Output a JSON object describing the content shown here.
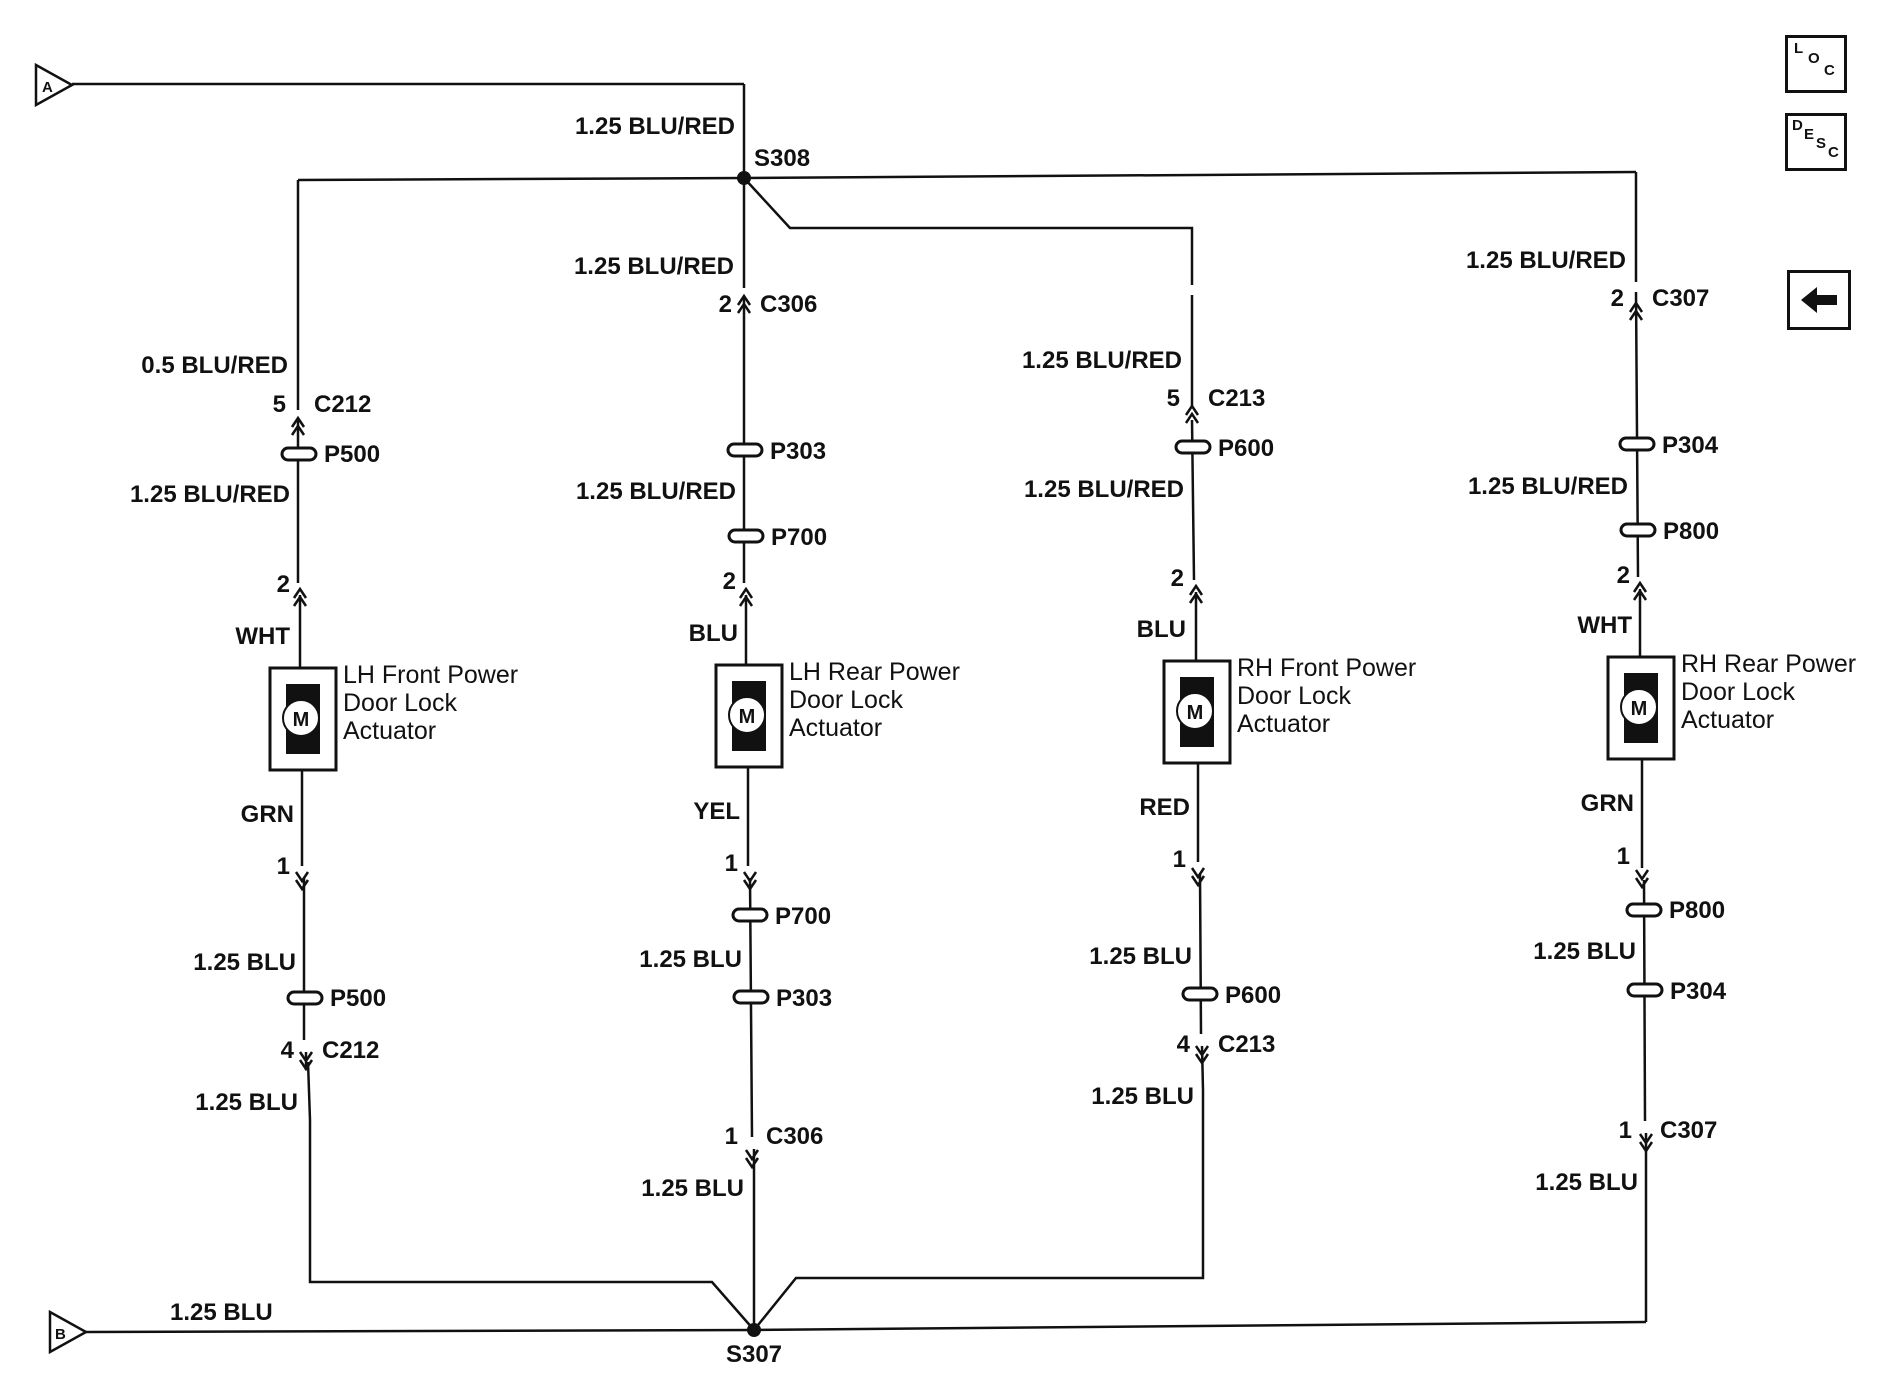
{
  "connectors": {
    "a": "A",
    "b": "B"
  },
  "splices": {
    "top": "S308",
    "bottom": "S307"
  },
  "top_feed_wire": "1.25 BLU/RED",
  "bottom_ground_wire": "1.25 BLU",
  "nav": {
    "loc": [
      "L",
      "O",
      "C"
    ],
    "desc": [
      "D",
      "E",
      "S",
      "C"
    ]
  },
  "circuits": [
    {
      "id": "lh-front",
      "feed_wire": "0.5 BLU/RED",
      "upper_connector": {
        "pin": "5",
        "name": "C212"
      },
      "upper_pass_1": "P500",
      "mid_wire": "1.25 BLU/RED",
      "upper_pass_2": "",
      "actuator_pin_top": "2",
      "actuator_wire_top": "WHT",
      "actuator_symbol": "M",
      "actuator_name": [
        "LH Front Power",
        "Door Lock",
        "Actuator"
      ],
      "actuator_wire_bottom": "GRN",
      "actuator_pin_bottom": "1",
      "lower_pass_1": "",
      "lower_wire": "1.25 BLU",
      "lower_pass_2": "P500",
      "lower_connector": {
        "pin": "4",
        "name": "C212"
      },
      "return_wire": "1.25 BLU"
    },
    {
      "id": "lh-rear",
      "feed_wire": "1.25 BLU/RED",
      "upper_connector": {
        "pin": "2",
        "name": "C306"
      },
      "upper_pass_1": "P303",
      "mid_wire": "1.25 BLU/RED",
      "upper_pass_2": "P700",
      "actuator_pin_top": "2",
      "actuator_wire_top": "BLU",
      "actuator_symbol": "M",
      "actuator_name": [
        "LH Rear Power",
        "Door Lock",
        "Actuator"
      ],
      "actuator_wire_bottom": "YEL",
      "actuator_pin_bottom": "1",
      "lower_pass_1": "P700",
      "lower_wire": "1.25 BLU",
      "lower_pass_2": "P303",
      "lower_connector": {
        "pin": "1",
        "name": "C306"
      },
      "return_wire": "1.25 BLU"
    },
    {
      "id": "rh-front",
      "feed_wire": "1.25 BLU/RED",
      "upper_connector": {
        "pin": "5",
        "name": "C213"
      },
      "upper_pass_1": "P600",
      "mid_wire": "1.25 BLU/RED",
      "upper_pass_2": "",
      "actuator_pin_top": "2",
      "actuator_wire_top": "BLU",
      "actuator_symbol": "M",
      "actuator_name": [
        "RH Front Power",
        "Door Lock",
        "Actuator"
      ],
      "actuator_wire_bottom": "RED",
      "actuator_pin_bottom": "1",
      "lower_pass_1": "",
      "lower_wire": "1.25 BLU",
      "lower_pass_2": "P600",
      "lower_connector": {
        "pin": "4",
        "name": "C213"
      },
      "return_wire": "1.25 BLU"
    },
    {
      "id": "rh-rear",
      "feed_wire": "1.25 BLU/RED",
      "upper_connector": {
        "pin": "2",
        "name": "C307"
      },
      "upper_pass_1": "P304",
      "mid_wire": "1.25 BLU/RED",
      "upper_pass_2": "P800",
      "actuator_pin_top": "2",
      "actuator_wire_top": "WHT",
      "actuator_symbol": "M",
      "actuator_name": [
        "RH Rear Power",
        "Door Lock",
        "Actuator"
      ],
      "actuator_wire_bottom": "GRN",
      "actuator_pin_bottom": "1",
      "lower_pass_1": "P800",
      "lower_wire": "1.25 BLU",
      "lower_pass_2": "P304",
      "lower_connector": {
        "pin": "1",
        "name": "C307"
      },
      "return_wire": "1.25 BLU"
    }
  ]
}
